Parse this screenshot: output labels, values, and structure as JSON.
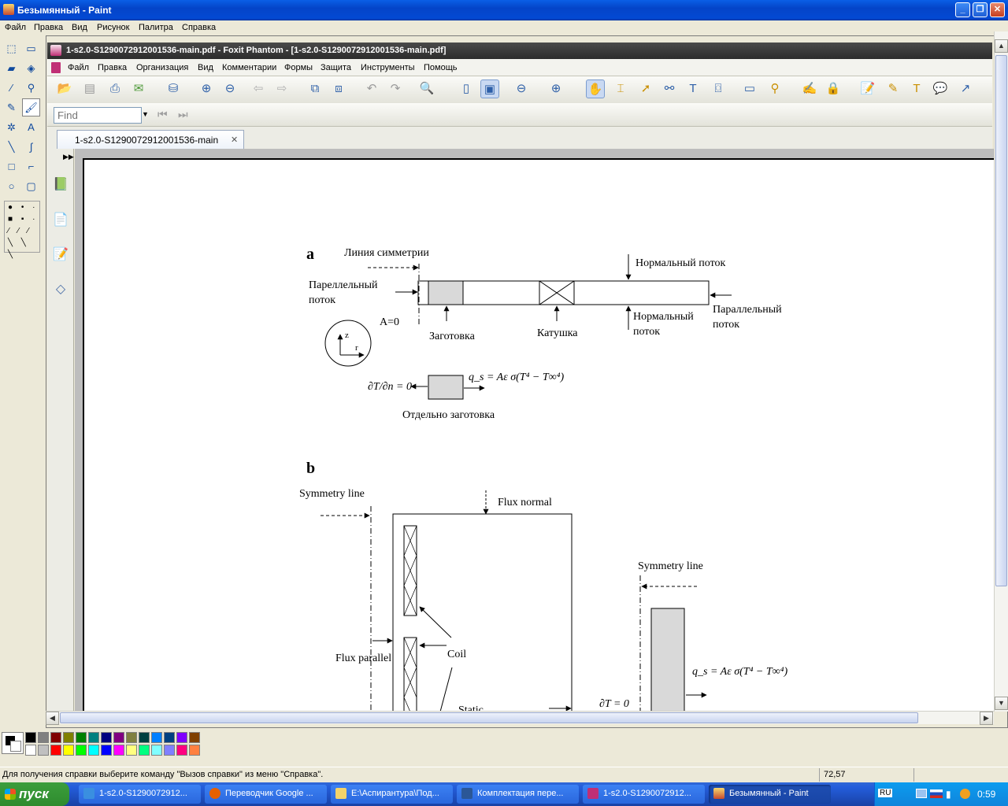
{
  "paint": {
    "title": "Безымянный - Paint",
    "menu": [
      "Файл",
      "Правка",
      "Вид",
      "Рисунок",
      "Палитра",
      "Справка"
    ],
    "status_text": "Для получения справки выберите команду \"Вызов справки\" из меню \"Справка\".",
    "coords": "72,57"
  },
  "foxit": {
    "title": "1-s2.0-S1290072912001536-main.pdf - Foxit Phantom - [1-s2.0-S1290072912001536-main.pdf]",
    "menu": [
      "Файл",
      "Правка",
      "Организация",
      "Вид",
      "Комментарии",
      "Формы",
      "Защита",
      "Инструменты",
      "Помощь"
    ],
    "find_placeholder": "Find",
    "tab_label": "1-s2.0-S1290072912001536-main"
  },
  "figure_a": {
    "label": "a",
    "symmetry_line": "Линия симметрии",
    "normal_flux_top": "Нормальный поток",
    "parallel_flux_left": [
      "Пареллельный",
      "поток"
    ],
    "parallel_flux_right": [
      "Параллельный",
      "поток"
    ],
    "normal_flux_bottom": [
      "Нормальный",
      "поток"
    ],
    "a_zero": "A=0",
    "axis_z": "z",
    "axis_r": "r",
    "workpiece": "Заготовка",
    "coil": "Катушка",
    "bc_left": "∂T/∂n = 0",
    "bc_right": "q_s = Aε σ(T⁴ − T∞⁴)",
    "separate_workpiece": "Отдельно заготовка"
  },
  "figure_b": {
    "label": "b",
    "symmetry_line_1": "Symmetry line",
    "flux_normal": "Flux normal",
    "symmetry_line_2": "Symmetry line",
    "flux_parallel": "Flux parallel",
    "coil": "Coil",
    "static": "Static",
    "bc_right": "q_s = Aε σ(T⁴ − T∞⁴)",
    "bc_left": "∂T = 0"
  },
  "palette_colors": [
    "#000000",
    "#808080",
    "#800000",
    "#808000",
    "#008000",
    "#008080",
    "#000080",
    "#800080",
    "#808040",
    "#004040",
    "#0080FF",
    "#004080",
    "#8000FF",
    "#804000",
    "#FFFFFF",
    "#C0C0C0",
    "#FF0000",
    "#FFFF00",
    "#00FF00",
    "#00FFFF",
    "#0000FF",
    "#FF00FF",
    "#FFFF80",
    "#00FF80",
    "#80FFFF",
    "#8080FF",
    "#FF0080",
    "#FF8040"
  ],
  "taskbar": {
    "start": "пуск",
    "tasks": [
      "1-s2.0-S1290072912...",
      "Переводчик Google ...",
      "E:\\Аспирантура\\Под...",
      "Комплектация пере...",
      "1-s2.0-S1290072912...",
      "Безымянный - Paint"
    ],
    "lang": "RU",
    "time": "0:59"
  }
}
